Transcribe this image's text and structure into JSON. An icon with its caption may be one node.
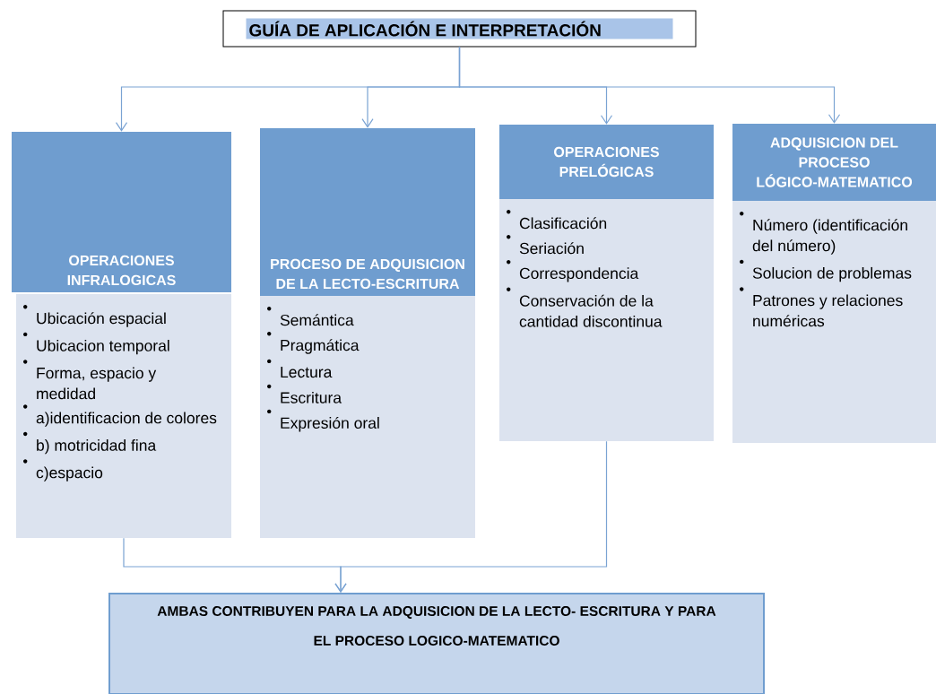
{
  "diagram": {
    "nodes": [
      {
        "text": [
          "GUÍA DE APLICACIÓN E INTERPRETACIÓN"
        ]
      },
      {
        "text": [
          "OPERACIONES INFRALOGICAS"
        ]
      },
      {
        "text": [
          "Ubicación espacial",
          "Ubicacion temporal",
          "Forma, espacio y medidad",
          "a)identificacion de colores",
          "b) motricidad fina",
          "c)espacio"
        ]
      },
      {
        "text": [
          "PROCESO DE ADQUISICION DE LA LECTO-ESCRITURA"
        ]
      },
      {
        "text": [
          "Semántica",
          "Pragmática",
          "Lectura",
          "Escritura",
          "Expresión oral"
        ]
      },
      {
        "text": [
          "OPERACIONES PRELÓGICAS"
        ]
      },
      {
        "text": [
          "Clasificación",
          "Seriación",
          "Correspondencia",
          "Conservación de la cantidad discontinua"
        ]
      },
      {
        "text": [
          "ADQUISICION DEL PROCESO LÓGICO-MATEMATICO"
        ]
      },
      {
        "text": [
          "Número (identificación del número)",
          "Solucion de problemas",
          "Patrones y relaciones numéricas"
        ]
      },
      {
        "text": [
          "AMBAS CONTRIBUYEN PARA LA ADQUISICION DE LA LECTO- ESCRITURA Y PARA EL PROCESO LOGICO-MATEMATICO"
        ]
      }
    ],
    "edges": [
      {
        "from": 0,
        "to": 1,
        "arrow": "to"
      },
      {
        "from": 0,
        "to": 3,
        "arrow": "to"
      },
      {
        "from": 0,
        "to": 5,
        "arrow": "to"
      },
      {
        "from": 0,
        "to": 7,
        "arrow": "to"
      },
      {
        "from": 2,
        "to": 9,
        "arrow": "to"
      },
      {
        "from": 6,
        "to": 9,
        "arrow": "to"
      }
    ]
  }
}
